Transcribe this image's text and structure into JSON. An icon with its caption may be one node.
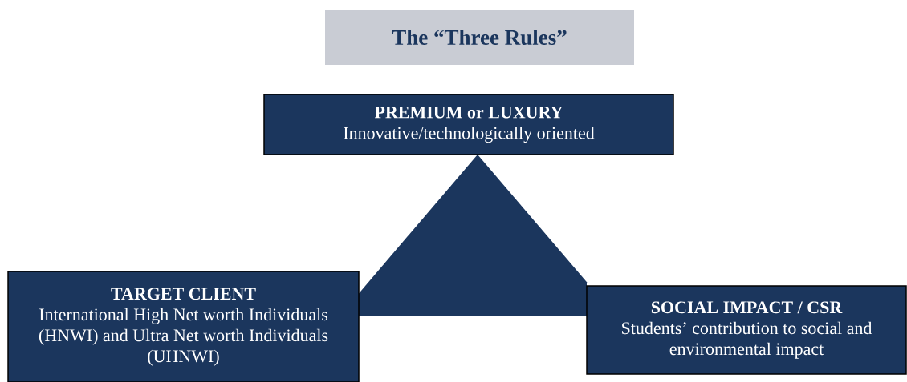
{
  "diagram": {
    "title": "The “Three Rules”",
    "nodes": [
      {
        "text": [
          "PREMIUM or LUXURY",
          "Innovative/technologically oriented"
        ]
      },
      {
        "text": [],
        "shape": "triangle"
      },
      {
        "text": [
          "TARGET CLIENT",
          "International High Net worth Individuals (HNWI) and Ultra Net worth Individuals (UHNWI)"
        ]
      },
      {
        "text": [
          "SOCIAL IMPACT / CSR",
          "Students’ contribution to social and environmental impact"
        ]
      }
    ]
  }
}
